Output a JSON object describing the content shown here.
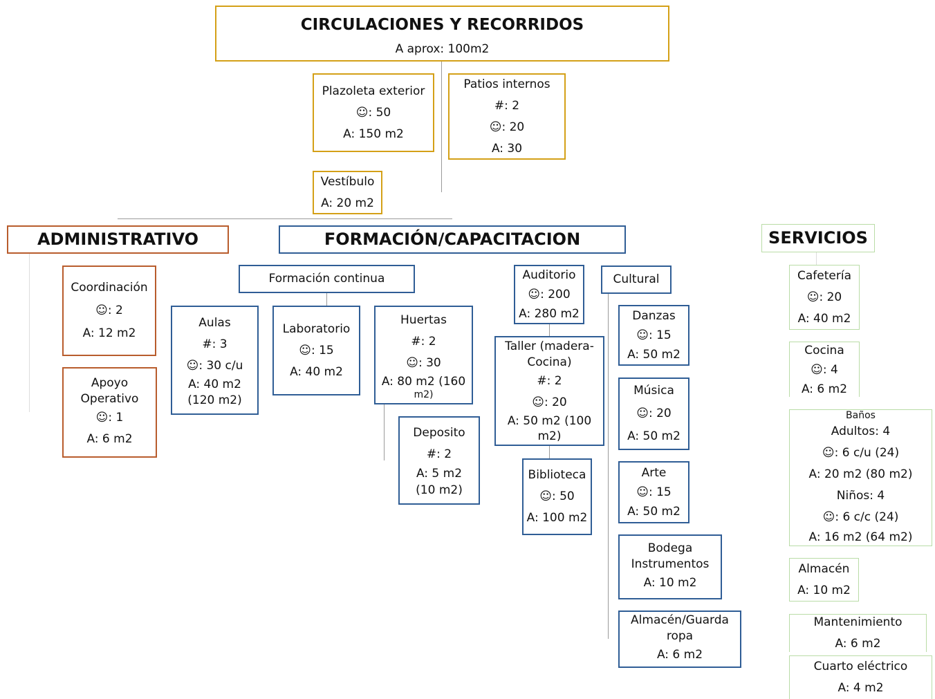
{
  "circulaciones": {
    "title": "CIRCULACIONES Y RECORRIDOS",
    "area": "A aprox: 100m2",
    "plazoleta": {
      "lines": [
        "Plazoleta exterior",
        "☺: 50",
        "A: 150 m2"
      ]
    },
    "patios": {
      "lines": [
        "Patios internos",
        "#: 2",
        "☺: 20",
        "A: 30"
      ]
    },
    "vestibulo": {
      "lines": [
        "Vestíbulo",
        "A: 20 m2"
      ]
    }
  },
  "administrativo": {
    "title": "ADMINISTRATIVO",
    "coordinacion": {
      "lines": [
        "Coordinación",
        "☺: 2",
        "A: 12 m2"
      ]
    },
    "apoyo": {
      "lines": [
        "Apoyo",
        "Operativo",
        "☺: 1",
        "A: 6 m2"
      ]
    }
  },
  "formacion": {
    "title": "FORMACIÓN/CAPACITACION",
    "continua": {
      "title": "Formación continua",
      "aulas": {
        "lines": [
          "Aulas",
          "#: 3",
          "☺: 30 c/u",
          "A: 40 m2",
          "(120 m2)"
        ]
      },
      "laboratorio": {
        "lines": [
          "Laboratorio",
          "☺: 15",
          "A: 40 m2"
        ]
      },
      "huertas": {
        "lines": [
          "Huertas",
          "#: 2",
          "☺: 30",
          "A: 80 m2 (160",
          "m2)"
        ]
      },
      "deposito": {
        "lines": [
          "Deposito",
          "#: 2",
          "A:  5 m2",
          "(10 m2)"
        ]
      }
    },
    "auditorio": {
      "lines": [
        "Auditorio",
        "☺: 200",
        "A: 280 m2"
      ]
    },
    "taller": {
      "lines": [
        "Taller (madera-",
        "Cocina)",
        "#: 2",
        "☺: 20",
        "A: 50 m2 (100",
        "m2)"
      ]
    },
    "biblioteca": {
      "lines": [
        "Biblioteca",
        "☺: 50",
        "A: 100 m2"
      ]
    },
    "cultural": {
      "title": "Cultural",
      "danzas": {
        "lines": [
          "Danzas",
          "☺: 15",
          "A: 50 m2"
        ]
      },
      "musica": {
        "lines": [
          "Música",
          "☺: 20",
          "A: 50 m2"
        ]
      },
      "arte": {
        "lines": [
          "Arte",
          "☺: 15",
          "A: 50 m2"
        ]
      },
      "bodega": {
        "lines": [
          "Bodega",
          "Instrumentos",
          "A: 10 m2"
        ]
      },
      "almacen": {
        "lines": [
          "Almacén/Guarda",
          "ropa",
          "A: 6 m2"
        ]
      }
    }
  },
  "servicios": {
    "title": "SERVICIOS",
    "cafeteria": {
      "lines": [
        "Cafetería",
        "☺: 20",
        "A: 40 m2"
      ]
    },
    "cocina": {
      "lines": [
        "Cocina",
        "☺: 4",
        "A: 6 m2"
      ]
    },
    "banos": {
      "lines": [
        "Baños",
        "Adultos: 4",
        "☺: 6 c/u (24)",
        "A: 20 m2 (80 m2)",
        "Niños: 4",
        "☺: 6 c/c (24)",
        "A: 16 m2 (64 m2)"
      ]
    },
    "almacen": {
      "lines": [
        "Almacén",
        "A: 10 m2"
      ]
    },
    "mantenimiento": {
      "lines": [
        "Mantenimiento",
        "A: 6 m2"
      ]
    },
    "cuarto": {
      "lines": [
        "Cuarto eléctrico",
        "A: 4 m2"
      ]
    }
  },
  "colors": {
    "gold": "#d4a017",
    "rust": "#b85c2c",
    "blue": "#2f5d95",
    "green": "#b9dca6"
  }
}
